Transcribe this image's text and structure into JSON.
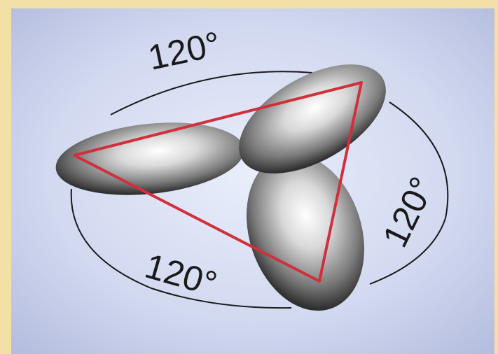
{
  "diagram": {
    "angle_labels": [
      "120°",
      "120°",
      "120°"
    ],
    "lobe_count": 3,
    "colors": {
      "frame": "#f2e0a6",
      "background_center": "#e6ebf8",
      "background_edge": "#b9c1e0",
      "triangle": "#d0303c",
      "arc": "#1a1a1a",
      "lobe_dark": "#2e2e2e",
      "lobe_light": "#ffffff"
    }
  }
}
